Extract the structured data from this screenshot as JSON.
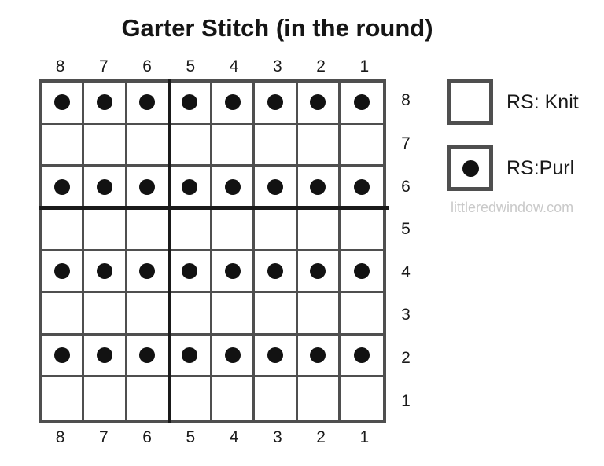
{
  "title": "Garter Stitch (in the round)",
  "grid": {
    "col_labels_top": [
      "8",
      "7",
      "6",
      "5",
      "4",
      "3",
      "2",
      "1"
    ],
    "col_labels_bottom": [
      "8",
      "7",
      "6",
      "5",
      "4",
      "3",
      "2",
      "1"
    ],
    "row_labels": [
      "8",
      "7",
      "6",
      "5",
      "4",
      "3",
      "2",
      "1"
    ],
    "rows": [
      {
        "number": "8",
        "stitches": [
          "purl",
          "purl",
          "purl",
          "purl",
          "purl",
          "purl",
          "purl",
          "purl"
        ]
      },
      {
        "number": "7",
        "stitches": [
          "knit",
          "knit",
          "knit",
          "knit",
          "knit",
          "knit",
          "knit",
          "knit"
        ]
      },
      {
        "number": "6",
        "stitches": [
          "purl",
          "purl",
          "purl",
          "purl",
          "purl",
          "purl",
          "purl",
          "purl"
        ]
      },
      {
        "number": "5",
        "stitches": [
          "knit",
          "knit",
          "knit",
          "knit",
          "knit",
          "knit",
          "knit",
          "knit"
        ]
      },
      {
        "number": "4",
        "stitches": [
          "purl",
          "purl",
          "purl",
          "purl",
          "purl",
          "purl",
          "purl",
          "purl"
        ]
      },
      {
        "number": "3",
        "stitches": [
          "knit",
          "knit",
          "knit",
          "knit",
          "knit",
          "knit",
          "knit",
          "knit"
        ]
      },
      {
        "number": "2",
        "stitches": [
          "purl",
          "purl",
          "purl",
          "purl",
          "purl",
          "purl",
          "purl",
          "purl"
        ]
      },
      {
        "number": "1",
        "stitches": [
          "knit",
          "knit",
          "knit",
          "knit",
          "knit",
          "knit",
          "knit",
          "knit"
        ]
      }
    ]
  },
  "legend": {
    "items": [
      {
        "symbol": "empty-square",
        "label": "RS: Knit"
      },
      {
        "symbol": "dot-in-square",
        "label": "RS:Purl"
      }
    ]
  },
  "watermark": "littleredwindow.com",
  "colors": {
    "background": "#ffffff",
    "grid_line": "#4f4f4f",
    "repeat_divider": "#1a1a1a",
    "stitch_dot": "#121212",
    "text": "#1a1a1a",
    "watermark": "#c9c9c9"
  }
}
